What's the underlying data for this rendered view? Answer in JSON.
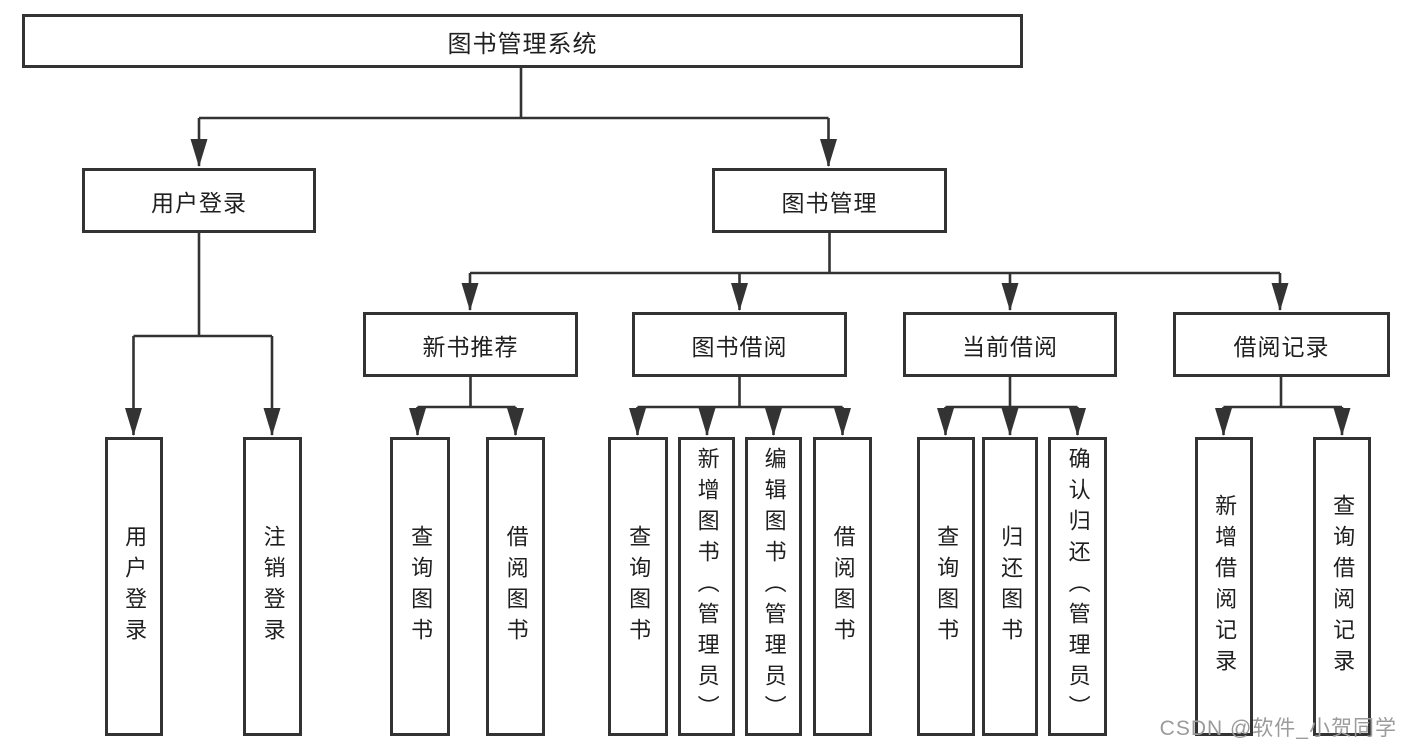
{
  "tree": {
    "root": {
      "label": "图书管理系统"
    },
    "branches": [
      {
        "label": "用户登录",
        "children": [
          {
            "label": "用户登录"
          },
          {
            "label": "注销登录"
          }
        ]
      },
      {
        "label": "图书管理",
        "children": [
          {
            "label": "新书推荐",
            "children": [
              {
                "label": "查询图书"
              },
              {
                "label": "借阅图书"
              }
            ]
          },
          {
            "label": "图书借阅",
            "children": [
              {
                "label": "查询图书"
              },
              {
                "label": "新增图书（管理员）"
              },
              {
                "label": "编辑图书（管理员）"
              },
              {
                "label": "借阅图书"
              }
            ]
          },
          {
            "label": "当前借阅",
            "children": [
              {
                "label": "查询图书"
              },
              {
                "label": "归还图书"
              },
              {
                "label": "确认归还（管理员）"
              }
            ]
          },
          {
            "label": "借阅记录",
            "children": [
              {
                "label": "新增借阅记录"
              },
              {
                "label": "查询借阅记录"
              }
            ]
          }
        ]
      }
    ]
  },
  "watermark": {
    "text": "CSDN @软件_小贺同学"
  },
  "colors": {
    "line": "#333333",
    "text": "#1f1f1f",
    "background": "#ffffff",
    "watermark": "#9b9b9b"
  }
}
